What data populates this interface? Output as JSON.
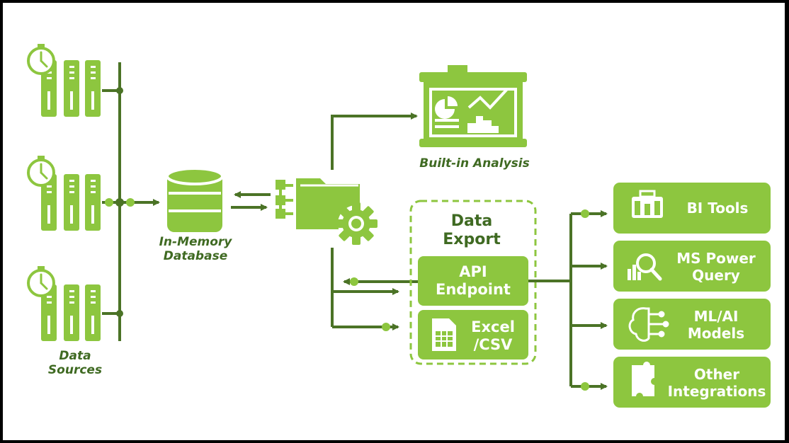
{
  "colors": {
    "green_light": "#8dc63f",
    "green_dark": "#4b7326",
    "text_dark": "#3f6a22",
    "background": "#ffffff"
  },
  "labels": {
    "data_sources": "Data Sources",
    "in_memory_database": "In-Memory Database",
    "built_in_analysis": "Built-in Analysis",
    "data_export": "Data Export"
  },
  "export_options": [
    {
      "label": "API Endpoint"
    },
    {
      "label": "Excel /CSV",
      "icon": "spreadsheet-icon"
    }
  ],
  "integrations": [
    {
      "label": "BI Tools",
      "icon": "toolbox-icon"
    },
    {
      "label": "MS Power Query",
      "icon": "magnifier-chart-icon"
    },
    {
      "label": "ML/AI Models",
      "icon": "brain-circuit-icon"
    },
    {
      "label": "Other Integrations",
      "icon": "puzzle-icon"
    }
  ]
}
